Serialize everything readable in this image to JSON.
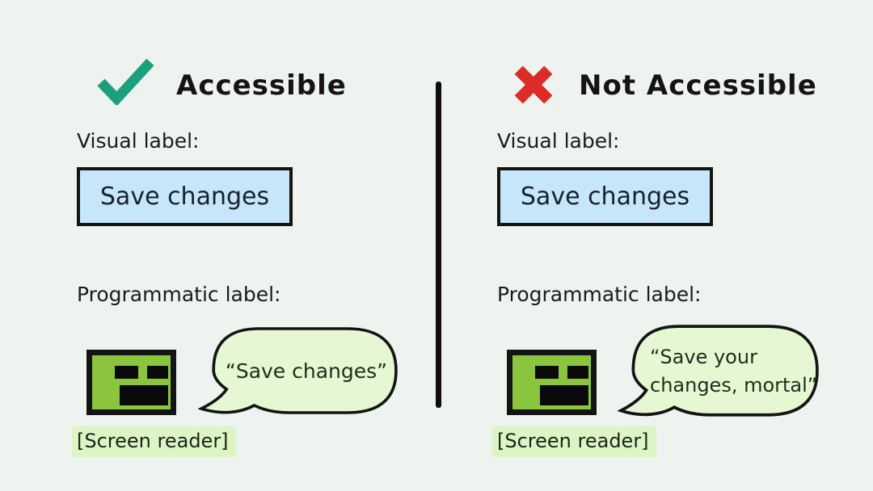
{
  "columns": {
    "left": {
      "heading": "Accessible",
      "visual_caption": "Visual label:",
      "button_label": "Save changes",
      "programmatic_caption": "Programmatic label:",
      "bubble_lines": [
        "“Save changes”"
      ],
      "screen_reader_tag": "[Screen reader]"
    },
    "right": {
      "heading": "Not Accessible",
      "visual_caption": "Visual label:",
      "button_label": "Save changes",
      "programmatic_caption": "Programmatic label:",
      "bubble_lines": [
        "“Save your",
        "changes, mortal”"
      ],
      "screen_reader_tag": "[Screen reader]"
    }
  },
  "colors": {
    "background": "#eef3f0",
    "outline": "#141414",
    "check": "#1aa07c",
    "cross": "#dd2c27",
    "button_fill": "#c8e6fa",
    "bubble_fill": "#e5f7d3",
    "face_green": "#8bc53e",
    "tag_highlight": "#ddf5c4"
  }
}
